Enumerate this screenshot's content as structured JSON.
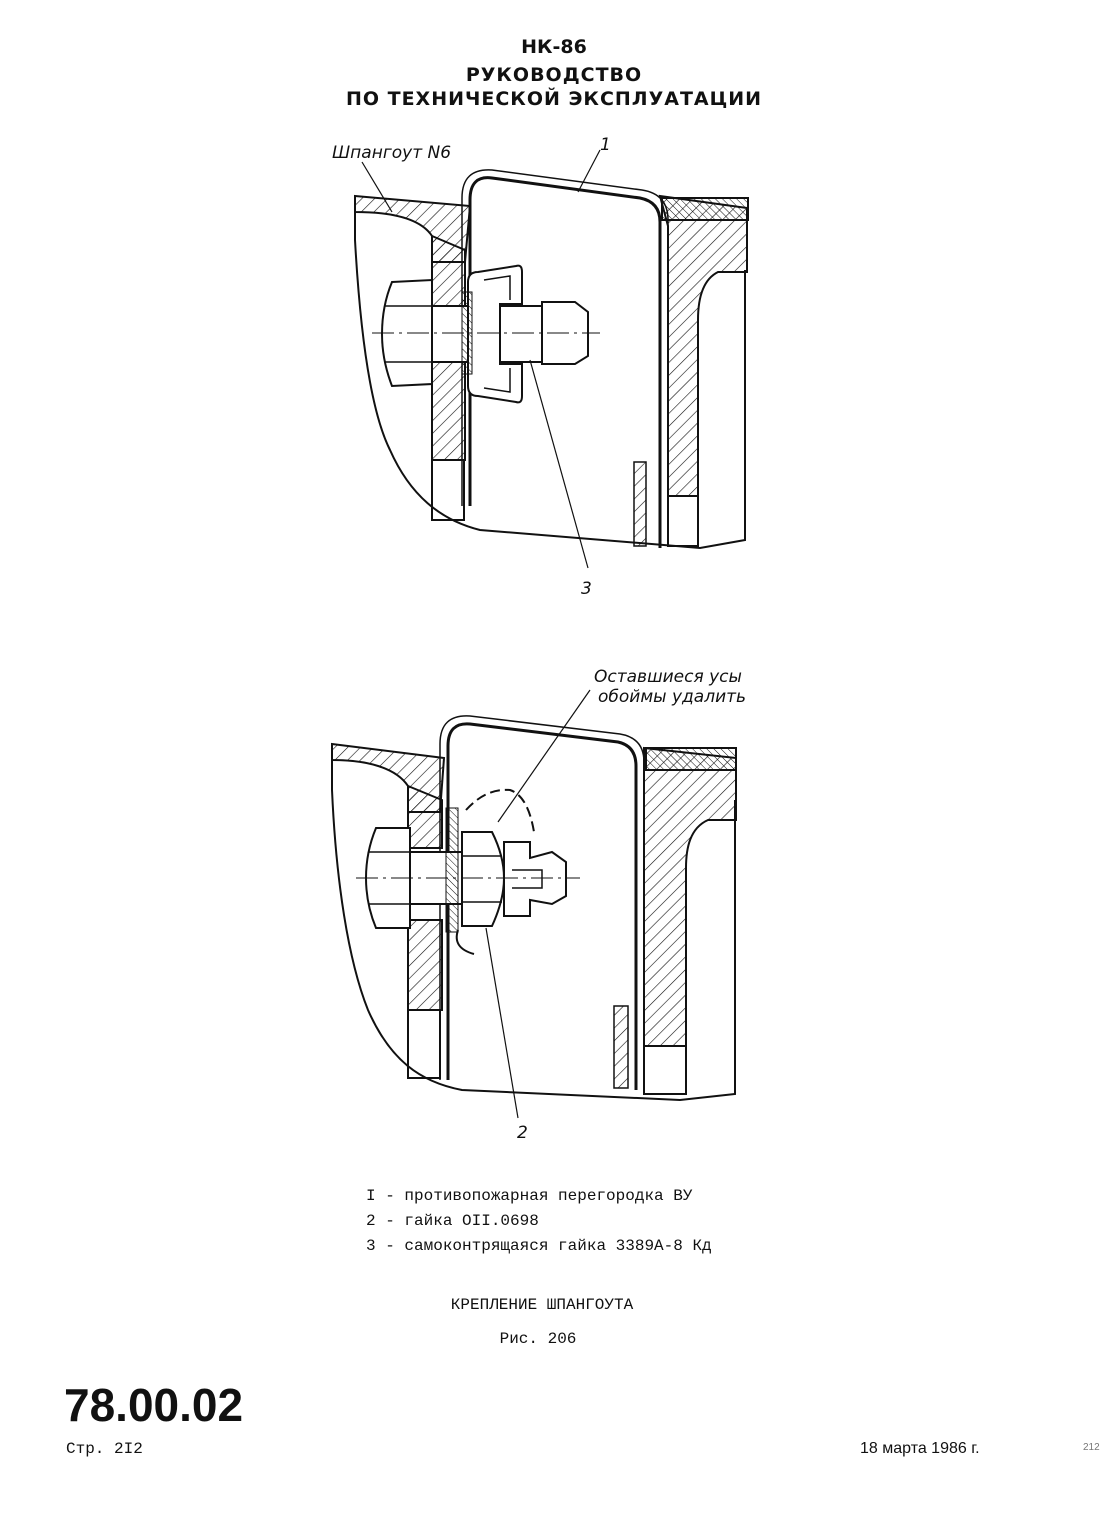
{
  "header": {
    "model": "НК-86",
    "title_line1": "РУКОВОДСТВО",
    "title_line2": "ПО ТЕХНИЧЕСКОЙ ЭКСПЛУАТАЦИИ"
  },
  "figure_top": {
    "label_frame": "Шпангоут N6",
    "callout_1": "1",
    "callout_3": "3"
  },
  "figure_bottom": {
    "note_line1": "Оставшиеся усы",
    "note_line2": "обоймы удалить",
    "callout_2": "2"
  },
  "legend": {
    "item1": "I - противопожарная перегородка ВУ",
    "item2": "2 - гайка OII.0698",
    "item3": "3 - самоконтрящаяся гайка 3389А-8 Кд"
  },
  "caption": {
    "title": "КРЕПЛЕНИЕ ШПАНГОУТА",
    "fig": "Рис. 206"
  },
  "footer": {
    "code": "78.00.02",
    "page": "Стр. 2I2",
    "date": "18 марта 1986 г.",
    "page_mark": "212"
  }
}
